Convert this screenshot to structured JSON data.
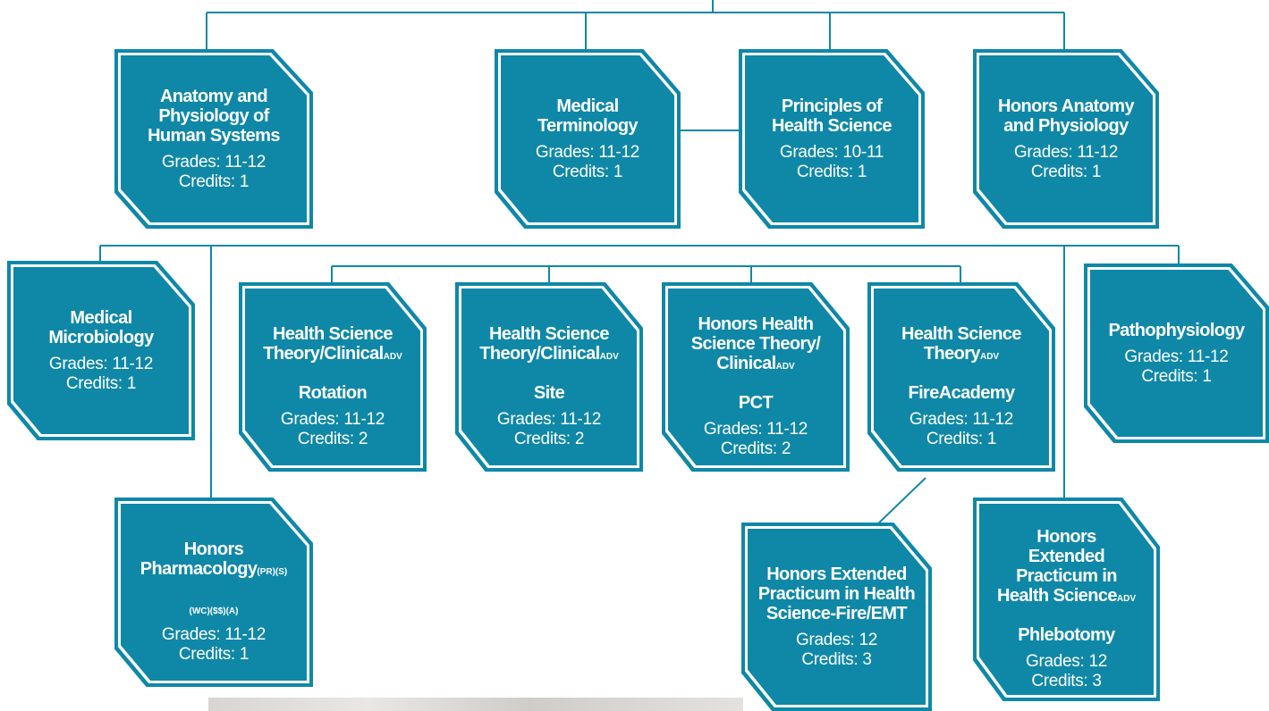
{
  "colors": {
    "box": "#0f88a8",
    "line": "#0f88a8",
    "background": "#ffffff"
  },
  "courses": {
    "anatomy": {
      "title": "Anatomy and\nPhysiology of\nHuman Systems",
      "tag": "",
      "grades": "Grades: 11-12",
      "credits": "Credits: 1"
    },
    "med_term": {
      "title": "Medical\nTerminology",
      "tag": "",
      "grades": "Grades: 11-12",
      "credits": "Credits: 1"
    },
    "principles": {
      "title": "Principles of\nHealth Science",
      "tag": "",
      "grades": "Grades: 10-11",
      "credits": "Credits: 1"
    },
    "honors_anatomy": {
      "title": "Honors Anatomy\nand Physiology",
      "tag": "",
      "grades": "Grades: 11-12",
      "credits": "Credits: 1"
    },
    "microbiology": {
      "title": "Medical\nMicrobiology",
      "tag": "",
      "grades": "Grades: 11-12",
      "credits": "Credits: 1"
    },
    "hst_rotation": {
      "title_a": "Health Science\nTheory/Clinical",
      "tag": "ADV",
      "title_b": "Rotation",
      "grades": "Grades: 11-12",
      "credits": "Credits: 2"
    },
    "hst_site": {
      "title_a": "Health Science\nTheory/Clinical",
      "tag": "ADV",
      "title_b": "Site",
      "grades": "Grades: 11-12",
      "credits": "Credits: 2"
    },
    "hhst_pct": {
      "title_a": "Honors Health\nScience Theory/\nClinical",
      "tag": "ADV",
      "title_b": "PCT",
      "grades": "Grades: 11-12",
      "credits": "Credits: 2"
    },
    "hst_fire": {
      "title_a": "Health Science\nTheory",
      "tag": "ADV",
      "title_b": "FireAcademy",
      "grades": "Grades: 11-12",
      "credits": "Credits: 1"
    },
    "pathophysiology": {
      "title": "Pathophysiology",
      "tag": "",
      "grades": "Grades: 11-12",
      "credits": "Credits: 1"
    },
    "pharmacology": {
      "title_a": "Honors\nPharmacology",
      "tag": "(PR)(S)",
      "title_b": "(WC)($$)(A)",
      "grades": "Grades: 11-12",
      "credits": "Credits: 1"
    },
    "practicum_fire": {
      "title": "Honors Extended\nPracticum in Health\nScience-Fire/EMT",
      "tag": "",
      "grades": "Grades: 12",
      "credits": "Credits: 3"
    },
    "practicum_phleb": {
      "title_a": "Honors\nExtended\nPracticum in\nHealth Science",
      "tag": "ADV",
      "title_b": "Phlebotomy",
      "grades": "Grades: 12",
      "credits": "Credits: 3"
    }
  }
}
